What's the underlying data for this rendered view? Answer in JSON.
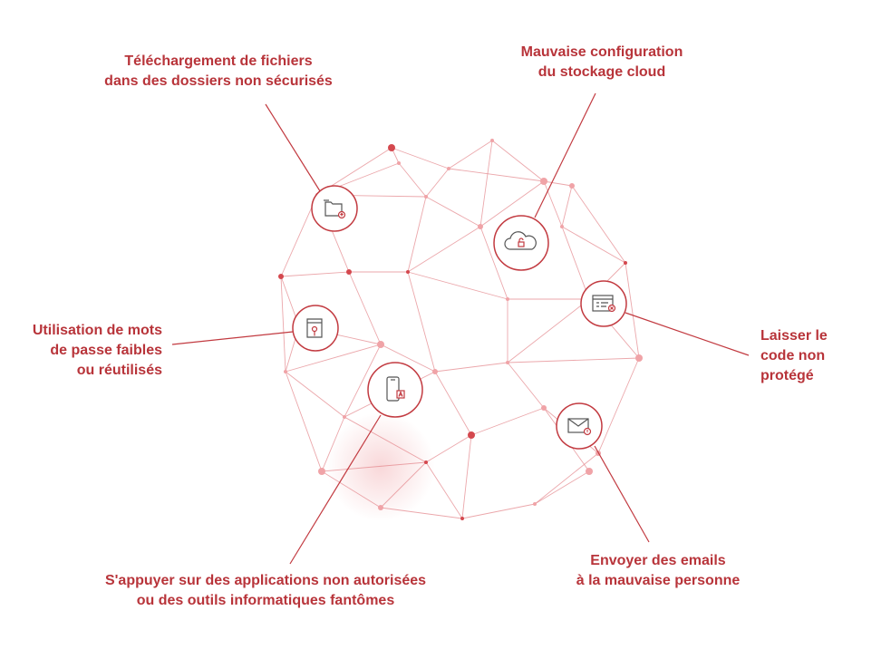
{
  "colors": {
    "accent": "#b8343a",
    "mesh": "#e48a8f",
    "leader": "#c23a40",
    "node_fill": "#ffffff"
  },
  "labels": {
    "upload": {
      "line1": "Téléchargement de fichiers",
      "line2": "dans des dossiers non sécurisés"
    },
    "cloud": {
      "line1": "Mauvaise configuration",
      "line2": "du stockage cloud"
    },
    "passwords": {
      "line1": "Utilisation de mots",
      "line2": "de passe faibles",
      "line3": "ou réutilisés"
    },
    "code": {
      "line1": "Laisser le",
      "line2": "code non",
      "line3": "protégé"
    },
    "apps": {
      "line1": "S'appuyer sur des applications non autorisées",
      "line2": "ou des outils informatiques fantômes"
    },
    "email": {
      "line1": "Envoyer des emails",
      "line2": "à la mauvaise personne"
    }
  },
  "icons": {
    "upload": "folder-upload-icon",
    "cloud": "cloud-lock-icon",
    "passwords": "password-key-icon",
    "code": "code-window-icon",
    "apps": "mobile-app-icon",
    "email": "email-warning-icon"
  }
}
